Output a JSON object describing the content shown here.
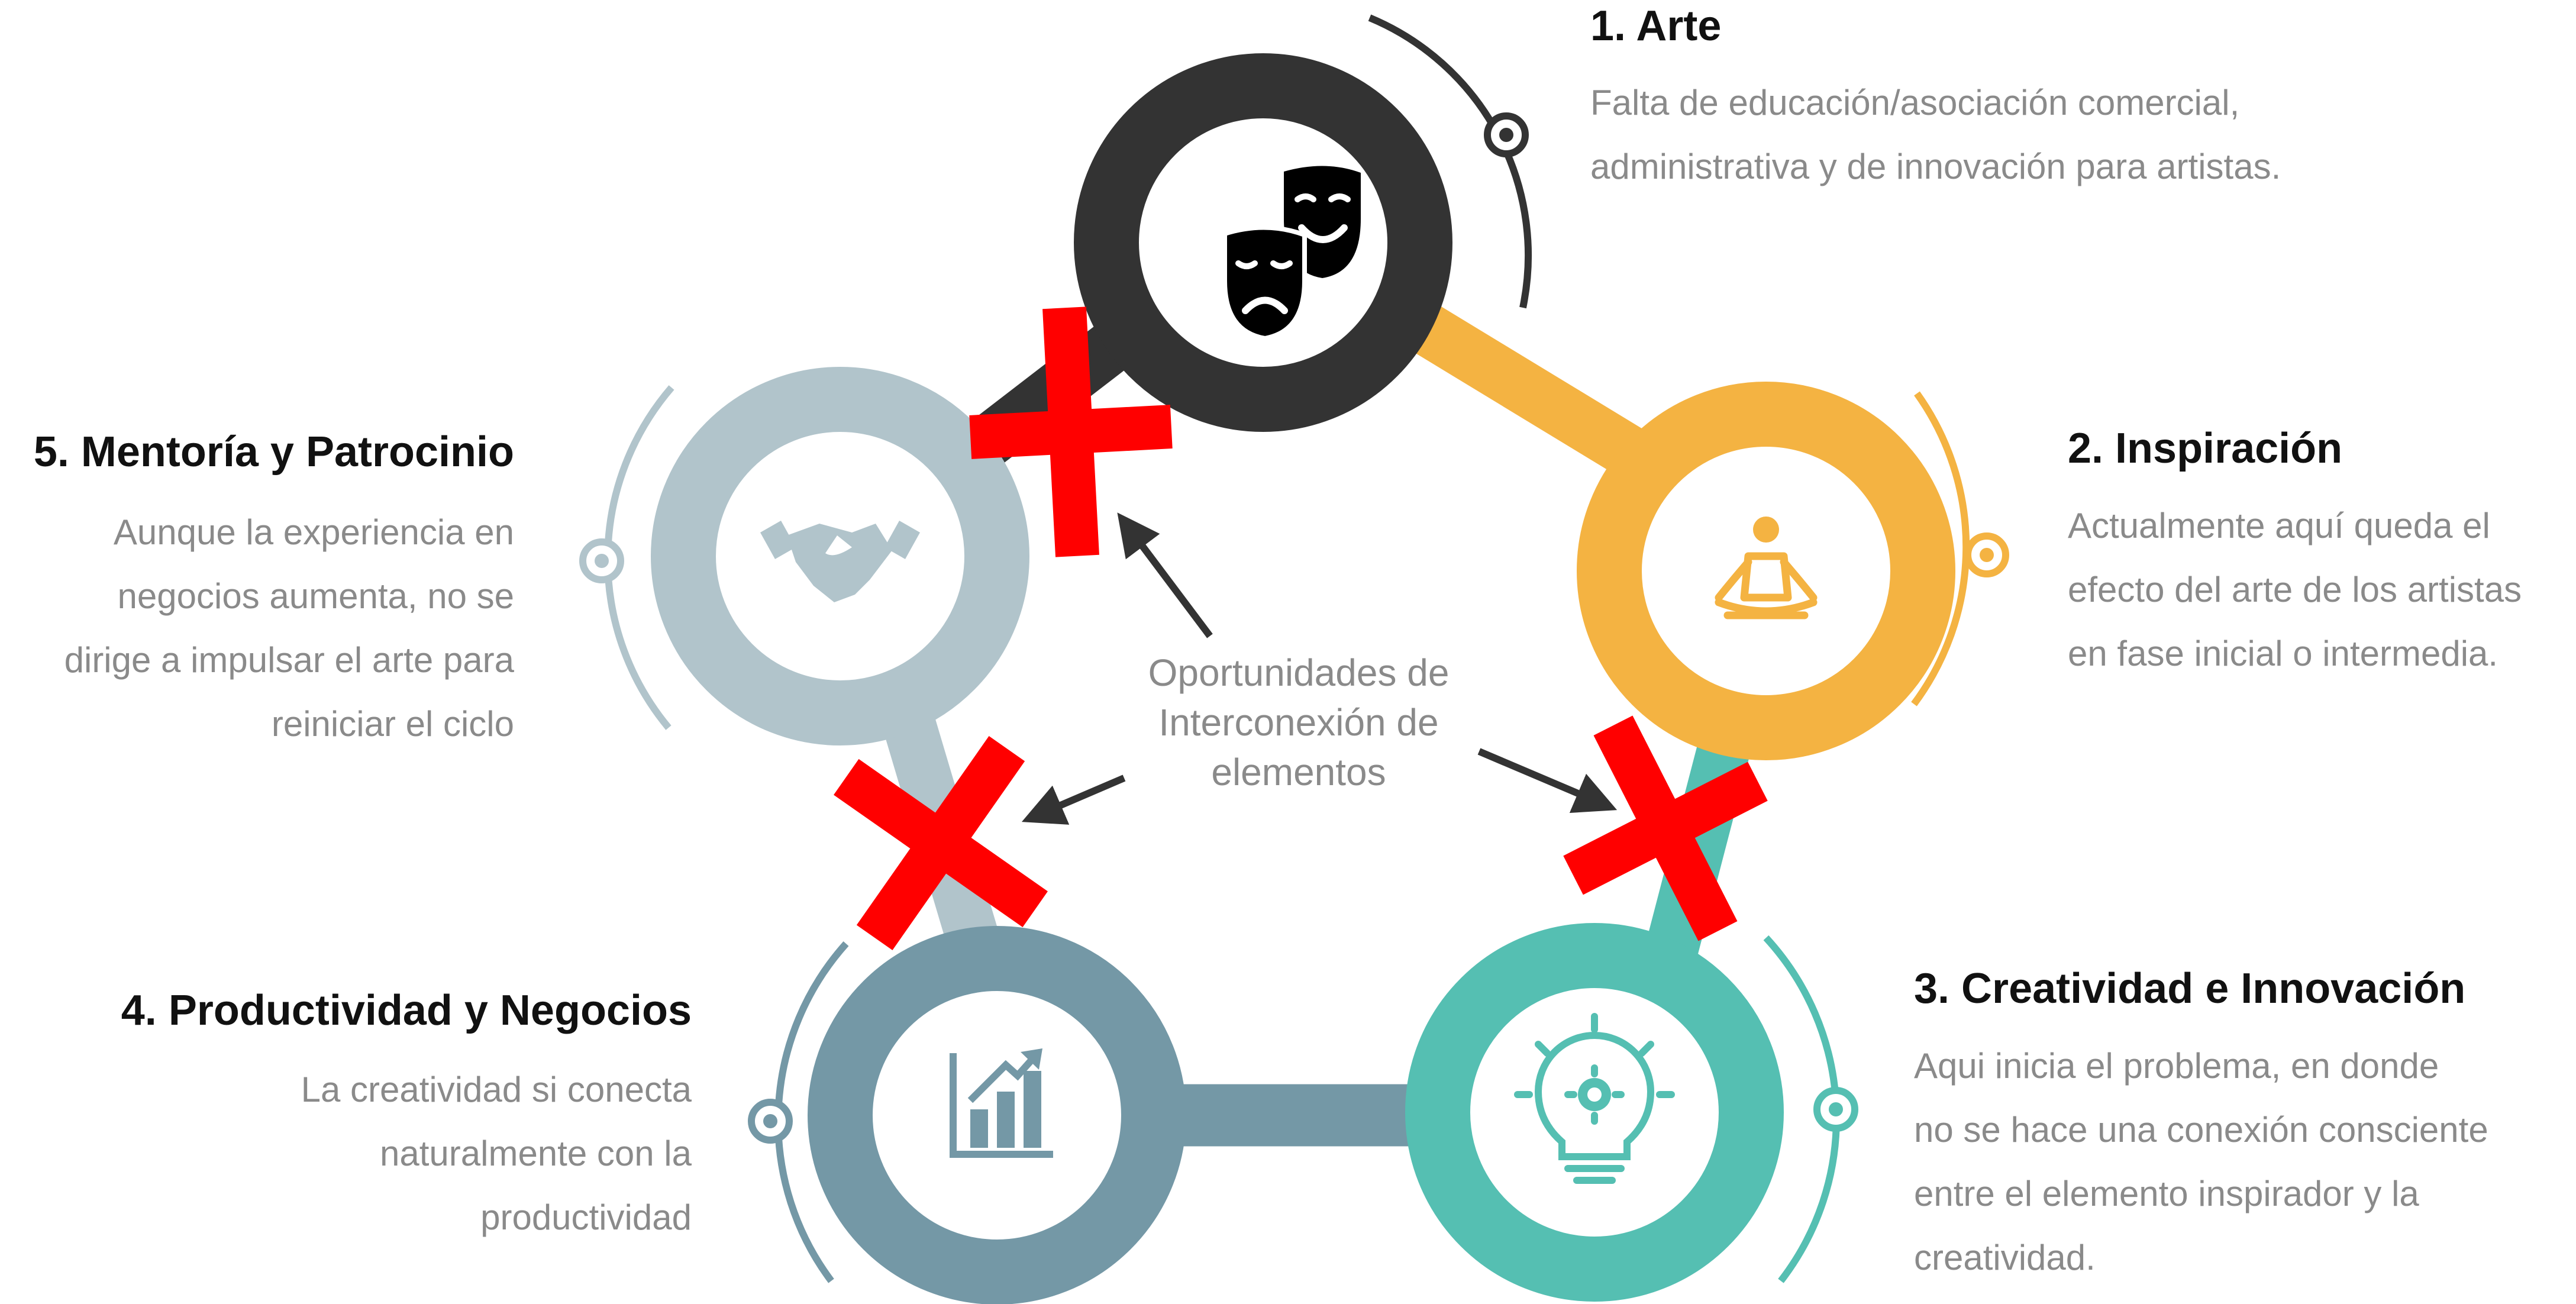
{
  "steps": [
    {
      "heading": "1. Arte",
      "desc": [
        "Falta de educación/asociación comercial,",
        "administrativa y de innovación para artistas."
      ],
      "icon": "theater-masks-icon",
      "color": "#333333"
    },
    {
      "heading": "2. Inspiración",
      "desc": [
        "Actualmente aquí queda el",
        "efecto del arte de los artistas",
        "en fase inicial o intermedia."
      ],
      "icon": "meditation-icon",
      "color": "#F4B342"
    },
    {
      "heading": "3. Creatividad e Innovación",
      "desc": [
        "Aqui inicia el problema, en donde",
        "no se hace una conexión consciente",
        "entre el elemento inspirador y la",
        "creatividad."
      ],
      "icon": "lightbulb-gear-icon",
      "color": "#55BFB2"
    },
    {
      "heading": "4. Productividad y Negocios",
      "desc": [
        "La creatividad si conecta",
        "naturalmente con la",
        "productividad"
      ],
      "icon": "growth-chart-icon",
      "color": "#7498A6"
    },
    {
      "heading": "5. Mentoría y Patrocinio",
      "desc": [
        "Aunque la experiencia en",
        "negocios aumenta, no se",
        "dirige a impulsar el arte para",
        "reiniciar el ciclo"
      ],
      "icon": "handshake-icon",
      "color": "#B1C4CB"
    }
  ],
  "center_label": [
    "Oportunidades de",
    "Interconexión de",
    "elementos"
  ],
  "colors": {
    "broken_link": "#FF0000",
    "arrow": "#333333"
  }
}
